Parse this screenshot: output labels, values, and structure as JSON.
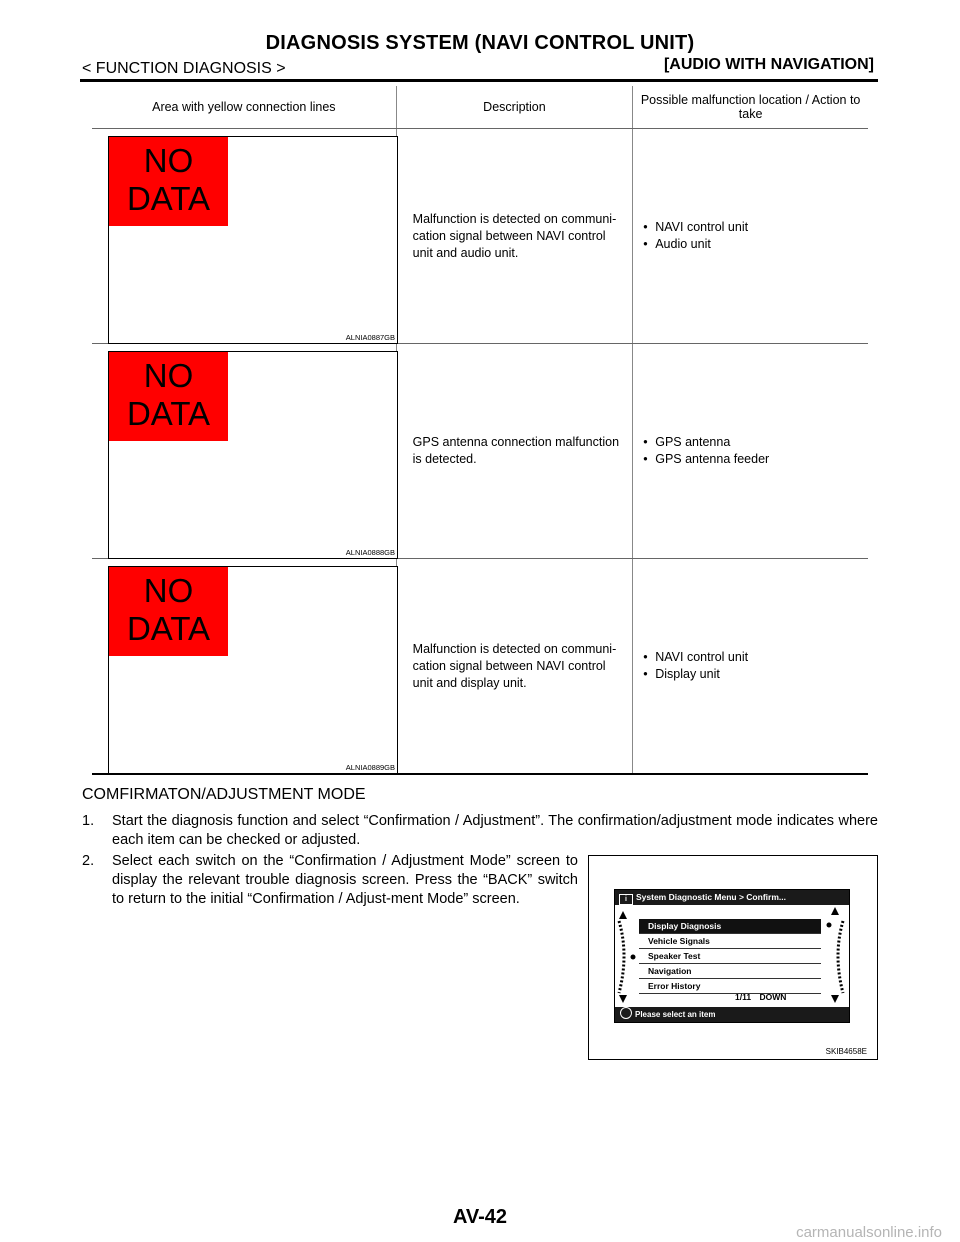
{
  "header": {
    "title": "DIAGNOSIS SYSTEM (NAVI CONTROL UNIT)",
    "section": "< FUNCTION DIAGNOSIS >",
    "model": "[AUDIO WITH NAVIGATION]"
  },
  "table": {
    "headers": [
      "Area with yellow connection lines",
      "Description",
      "Possible malfunction location / Action to take"
    ],
    "rows": [
      {
        "image_text": "NO\nDATA",
        "image_code": "ALNIA0887GB",
        "description": "Malfunction is detected on communi-cation signal between NAVI control unit and audio unit.",
        "actions": [
          "NAVI control unit",
          "Audio unit"
        ]
      },
      {
        "image_text": "NO\nDATA",
        "image_code": "ALNIA0888GB",
        "description": "GPS antenna connection malfunction is detected.",
        "actions": [
          "GPS antenna",
          "GPS antenna feeder"
        ]
      },
      {
        "image_text": "NO\nDATA",
        "image_code": "ALNIA0889GB",
        "description": "Malfunction is detected on communi-cation signal between NAVI control unit and display unit.",
        "actions": [
          "NAVI control unit",
          "Display unit"
        ]
      }
    ]
  },
  "section": {
    "heading": "COMFIRMATON/ADJUSTMENT MODE",
    "steps": [
      {
        "num": "1.",
        "text": "Start the diagnosis function and select “Confirmation / Adjustment”. The confirmation/adjustment mode indicates where each item can be checked or adjusted."
      },
      {
        "num": "2.",
        "text": "Select each switch on the “Confirmation / Adjustment Mode” screen to display the relevant trouble diagnosis screen. Press the “BACK” switch to return to the initial “Confirmation / Adjust-ment Mode” screen."
      }
    ]
  },
  "figure": {
    "screen_title": "System Diagnostic Menu > Confirm...",
    "menu_items": [
      "Display Diagnosis",
      "Vehicle Signals",
      "Speaker Test",
      "Navigation",
      "Error History"
    ],
    "selected_item": "Display Diagnosis",
    "page": "1/11",
    "page_button": "DOWN",
    "footer": "Please select an item",
    "code": "SKIB4658E"
  },
  "footer": {
    "page_number": "AV-42",
    "watermark": "carmanualsonline.info"
  }
}
